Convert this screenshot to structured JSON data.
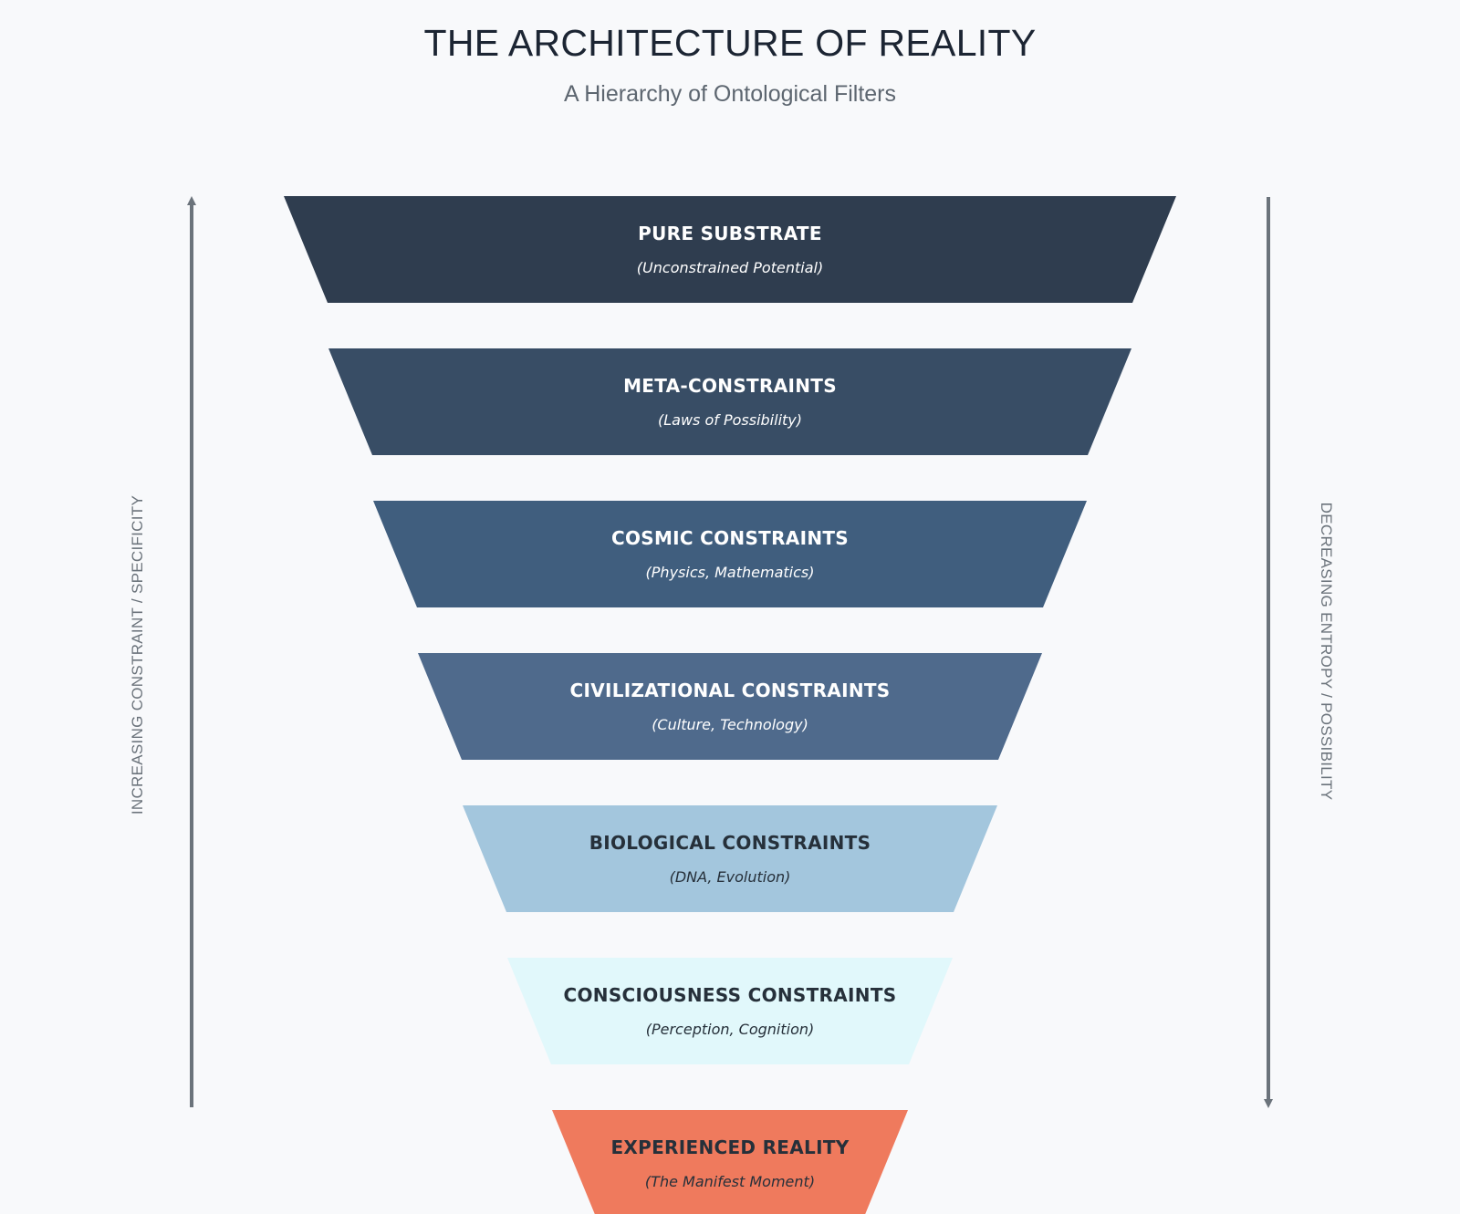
{
  "header": {
    "title": "THE ARCHITECTURE OF REALITY",
    "subtitle": "A Hierarchy of Ontological Filters"
  },
  "axes": {
    "left_label": "INCREASING CONSTRAINT / SPECIFICITY",
    "right_label": "DECREASING ENTROPY / POSSIBILITY",
    "arrow_color": "#6b737b"
  },
  "layers": [
    {
      "title": "PURE SUBSTRATE",
      "subtitle": "(Unconstrained Potential)",
      "fill": "#2f3d4f",
      "text_color": "#ffffff"
    },
    {
      "title": "META-CONSTRAINTS",
      "subtitle": "(Laws of Possibility)",
      "fill": "#384d65",
      "text_color": "#ffffff"
    },
    {
      "title": "COSMIC CONSTRAINTS",
      "subtitle": "(Physics, Mathematics)",
      "fill": "#405e7e",
      "text_color": "#ffffff"
    },
    {
      "title": "CIVILIZATIONAL CONSTRAINTS",
      "subtitle": "(Culture, Technology)",
      "fill": "#4f6a8c",
      "text_color": "#ffffff"
    },
    {
      "title": "BIOLOGICAL CONSTRAINTS",
      "subtitle": "(DNA, Evolution)",
      "fill": "#a3c6dd",
      "text_color": "#26303a"
    },
    {
      "title": "CONSCIOUSNESS CONSTRAINTS",
      "subtitle": "(Perception, Cognition)",
      "fill": "#e1f8fb",
      "text_color": "#26303a"
    },
    {
      "title": "EXPERIENCED REALITY",
      "subtitle": "(The Manifest Moment)",
      "fill": "#ef7a5d",
      "text_color": "#26303a"
    }
  ]
}
